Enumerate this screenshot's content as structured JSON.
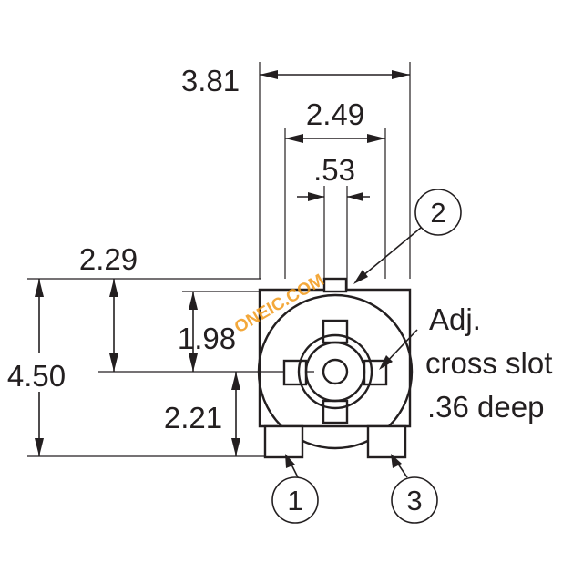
{
  "dimensions": {
    "overall_width": "3.81",
    "body_width": "2.49",
    "slot_width": ".53",
    "left_to_center": "2.29",
    "overall_height": "4.50",
    "top_to_center": "1.98",
    "center_to_bottom": "2.21"
  },
  "pins": {
    "pin1": "1",
    "pin2": "2",
    "pin3": "3"
  },
  "note": {
    "line1": "Adj.",
    "line2": "cross slot",
    "line3": ".36 deep"
  },
  "watermark": "ONEIC.COM"
}
